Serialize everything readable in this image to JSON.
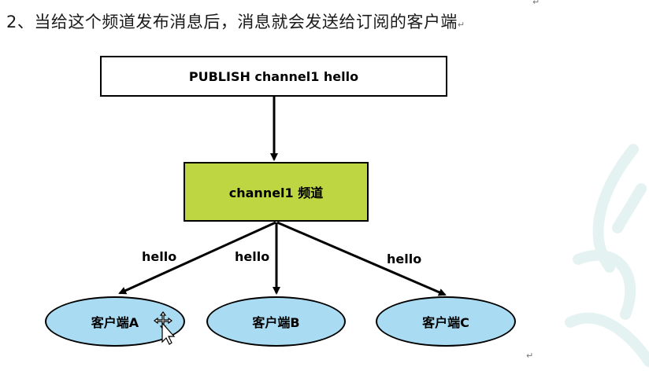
{
  "heading": {
    "text": "2、当给这个频道发布消息后，消息就会发送给订阅的客户端",
    "return_mark": "↵"
  },
  "diagram": {
    "publish_command": "PUBLISH channel1 hello",
    "channel_label": "channel1 频道",
    "messages": {
      "to_a": "hello",
      "to_b": "hello",
      "to_c": "hello"
    },
    "clients": {
      "a": "客户端A",
      "b": "客户端B",
      "c": "客户端C"
    },
    "colors": {
      "channel_fill": "#bdd642",
      "client_fill": "#a9dbf2",
      "stroke": "#000000"
    }
  },
  "marks": {
    "top_return": "↵",
    "bottom_return": "↵"
  }
}
